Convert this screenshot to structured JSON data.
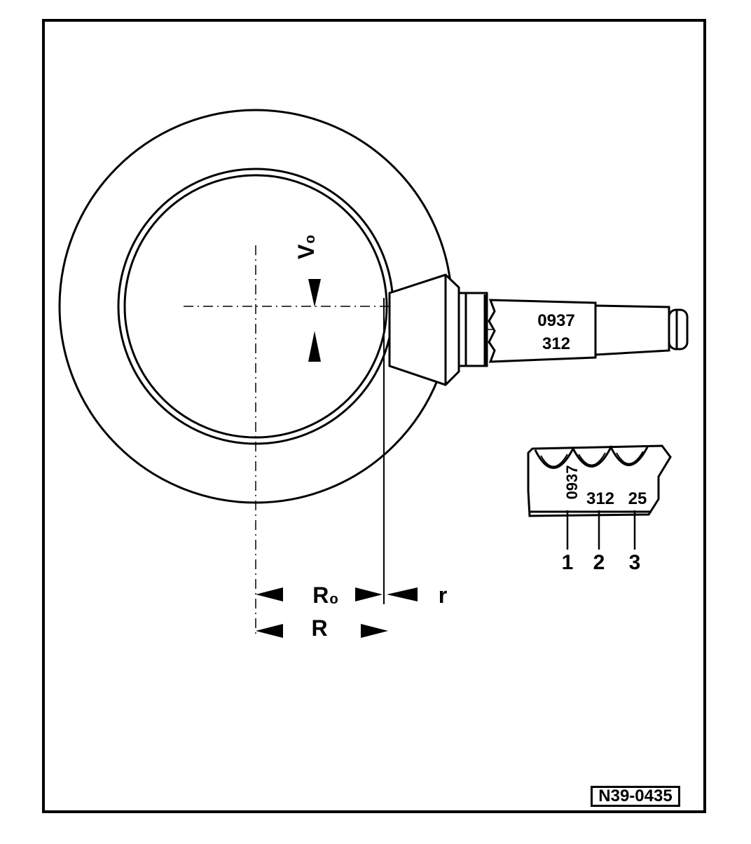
{
  "labels": {
    "v0": "V₀",
    "r0": "R₀",
    "r_small": "r",
    "r_big": "R"
  },
  "pinion_marking": {
    "line1": "0937",
    "line2": "312"
  },
  "gear_detail": {
    "marks": [
      "0937",
      "312",
      "25"
    ],
    "callouts": [
      "1",
      "2",
      "3"
    ]
  },
  "figure_ref": "N39-0435"
}
